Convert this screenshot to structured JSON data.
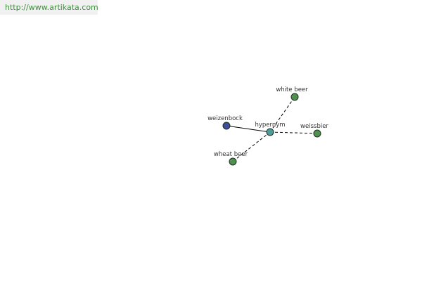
{
  "header": {
    "url": "http://www.artikata.com"
  },
  "colors": {
    "url_text": "#3f8c3f",
    "center_node": "#4f9a9a",
    "hyponym_node": "#3d4f99",
    "related_node": "#4f8f4f"
  },
  "graph": {
    "center": {
      "label": "hypernym"
    },
    "nodes": [
      {
        "id": "weizenbock",
        "label": "weizenbock",
        "kind": "hyponym",
        "edge": "solid"
      },
      {
        "id": "white-beer",
        "label": "white beer",
        "kind": "related",
        "edge": "dashed"
      },
      {
        "id": "weissbier",
        "label": "weissbier",
        "kind": "related",
        "edge": "dashed"
      },
      {
        "id": "wheat-beer",
        "label": "wheat beer",
        "kind": "related",
        "edge": "dashed"
      }
    ]
  }
}
